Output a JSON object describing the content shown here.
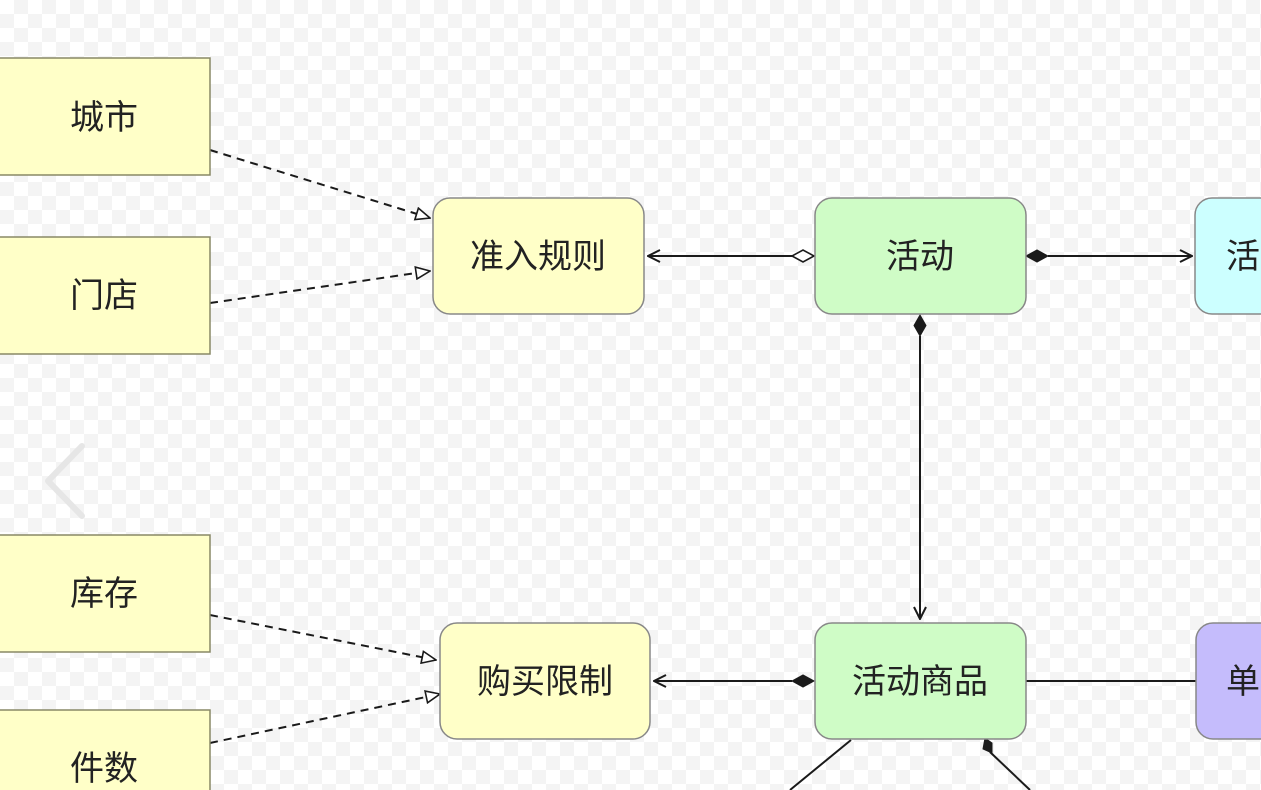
{
  "nodes": {
    "city": {
      "label": "城市",
      "fill": "#ffffc8",
      "stroke": "#888866"
    },
    "store": {
      "label": "门店",
      "fill": "#ffffc8",
      "stroke": "#888866"
    },
    "entry_rule": {
      "label": "准入规则",
      "fill": "#ffffc8",
      "stroke": "#888888"
    },
    "activity": {
      "label": "活动",
      "fill": "#cffcc6",
      "stroke": "#888888"
    },
    "activity_partial": {
      "label": "活",
      "fill": "#ccffff",
      "stroke": "#888888"
    },
    "stock": {
      "label": "库存",
      "fill": "#ffffc8",
      "stroke": "#888866"
    },
    "purchase_limit": {
      "label": "购买限制",
      "fill": "#ffffc8",
      "stroke": "#888888"
    },
    "activity_goods": {
      "label": "活动商品",
      "fill": "#cffcc6",
      "stroke": "#888888"
    },
    "single_partial": {
      "label": "单",
      "fill": "#c5bcfc",
      "stroke": "#888888"
    },
    "count": {
      "label": "件数",
      "fill": "#ffffc8",
      "stroke": "#888866"
    }
  },
  "edges": [
    {
      "from": "city",
      "to": "entry_rule",
      "style": "dashed",
      "end": "open-triangle"
    },
    {
      "from": "store",
      "to": "entry_rule",
      "style": "dashed",
      "end": "open-triangle"
    },
    {
      "from": "activity",
      "to": "entry_rule",
      "style": "solid",
      "start": "hollow-diamond",
      "end": "arrow"
    },
    {
      "from": "activity",
      "to": "activity_partial",
      "style": "solid",
      "start": "filled-diamond",
      "end": "arrow"
    },
    {
      "from": "activity",
      "to": "activity_goods",
      "style": "solid",
      "start": "filled-diamond",
      "end": "arrow"
    },
    {
      "from": "stock",
      "to": "purchase_limit",
      "style": "dashed",
      "end": "open-triangle"
    },
    {
      "from": "count",
      "to": "purchase_limit",
      "style": "dashed",
      "end": "open-triangle"
    },
    {
      "from": "activity_goods",
      "to": "purchase_limit",
      "style": "solid",
      "start": "filled-diamond",
      "end": "arrow"
    },
    {
      "from": "activity_goods",
      "to": "single_partial",
      "style": "solid"
    }
  ],
  "nav": {
    "icon": "chevron-left-icon"
  }
}
